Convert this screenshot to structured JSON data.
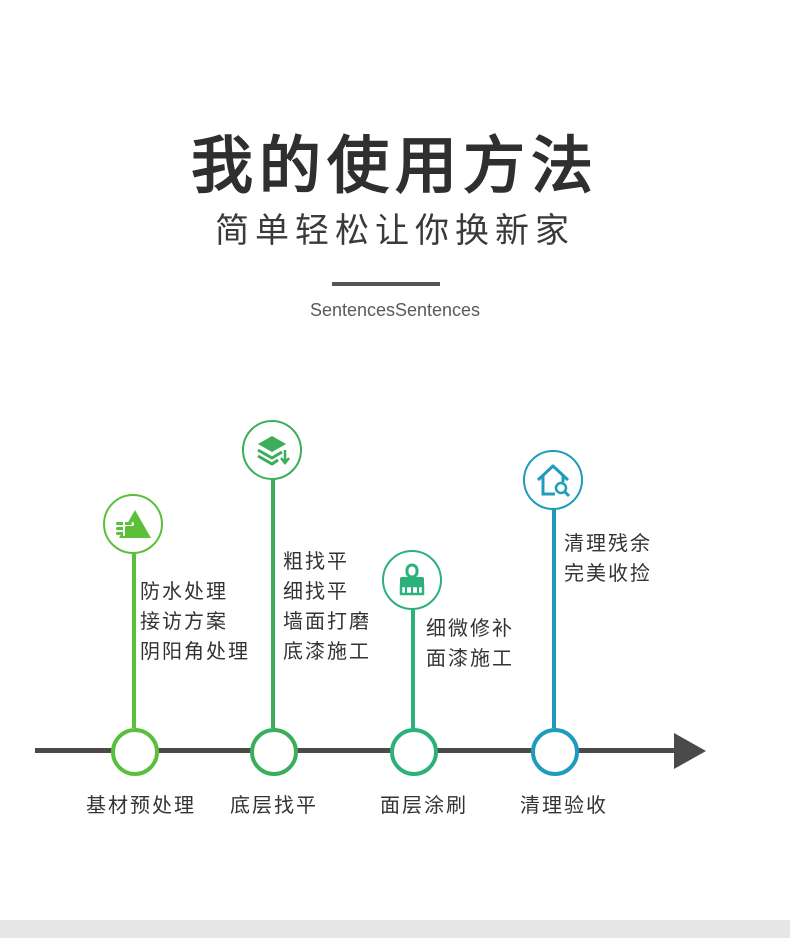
{
  "title": "我的使用方法",
  "subtitle": "简单轻松让你换新家",
  "caption": "SentencesSentences",
  "colors": {
    "step1": "#5bbf3c",
    "step2": "#3aae5a",
    "step3": "#2db17a",
    "step4": "#1f9cbc",
    "axis": "#4a4a4a",
    "text": "#333333"
  },
  "steps": [
    {
      "icon": "water-layers-icon",
      "label": "基材预处理",
      "details": [
        "防水处理",
        "接访方案",
        "阴阳角处理"
      ]
    },
    {
      "icon": "stack-layers-icon",
      "label": "底层找平",
      "details": [
        "粗找平",
        "细找平",
        "墙面打磨",
        "底漆施工"
      ]
    },
    {
      "icon": "paint-brush-icon",
      "label": "面层涂刷",
      "details": [
        "细微修补",
        "面漆施工"
      ]
    },
    {
      "icon": "house-search-icon",
      "label": "清理验收",
      "details": [
        "清理残余",
        "完美收捡"
      ]
    }
  ]
}
